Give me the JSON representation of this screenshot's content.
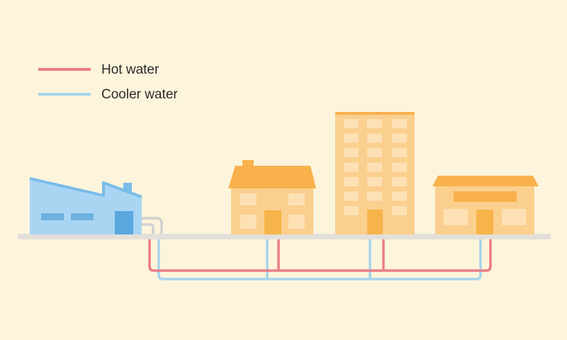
{
  "legend": {
    "hot": {
      "label": "Hot water",
      "color": "#e97d86"
    },
    "cool": {
      "label": "Cooler water",
      "color": "#a7d3ec"
    }
  },
  "colors": {
    "background": "#fdf4dc",
    "ground": "#e3e0d9",
    "factory_wall": "#a9d5f3",
    "factory_roof": "#79bde9",
    "factory_window": "#6db2e1",
    "factory_door": "#5aa8df",
    "house_wall": "#fbcf8e",
    "house_roof": "#f8b14d",
    "window": "#fde1b5",
    "door": "#f6b44a",
    "factory_pipe": "#d0d1d0"
  },
  "elements": [
    "factory-building",
    "house-building",
    "tower-building",
    "shop-building",
    "hot-water-pipe",
    "cooler-water-pipe",
    "ground-line"
  ]
}
